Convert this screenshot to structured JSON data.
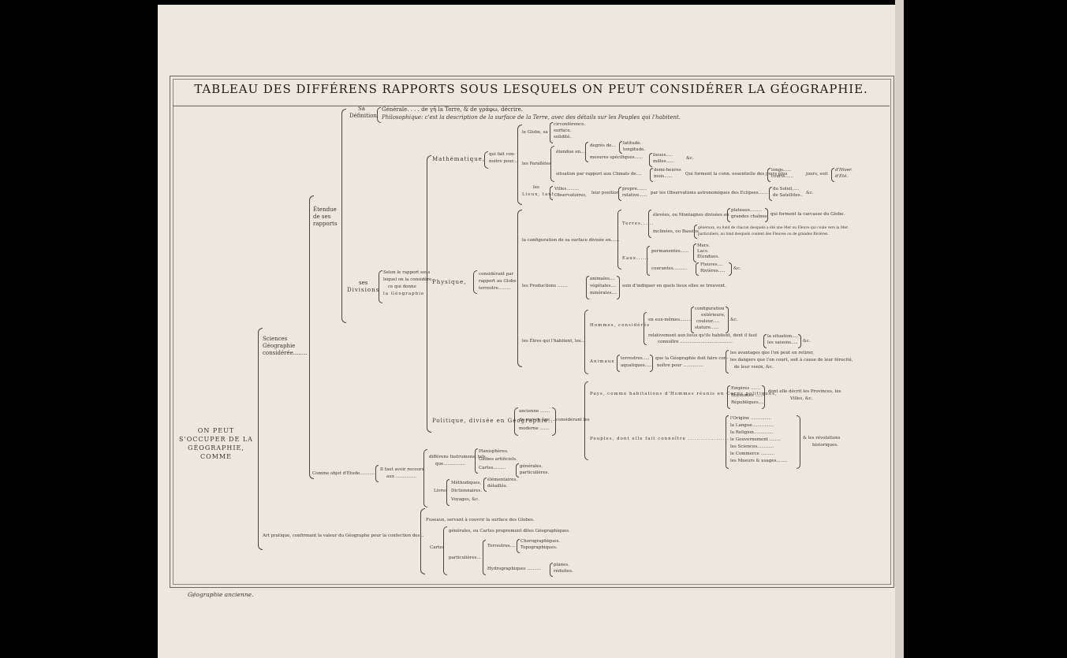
{
  "title": "TABLEAU DES DIFFÉRENS RAPPORTS SOUS LESQUELS ON PEUT CONSIDÉRER LA GÉOGRAPHIE.",
  "footer": "Géographie ancienne.",
  "root": "ON PEUT S'OCCUPER DE LA GÉOGRAPHIE, COMME",
  "sciences": "Sciences Géographie considérée........",
  "etendue": "Étendue de ses rapports",
  "sa": "Sa",
  "definition": "Définition",
  "def_generale": "Générale. . . . de γῆ la Terre, & de γράφω, décrire.",
  "def_philo": "Philosophique: c'est la description de la surface de la Terre, avec des détails sur les Peuples qui l'habitent.",
  "ses": "ses",
  "divisions": "Divisions",
  "selon": [
    "Selon le rapport sous",
    "lequel on la considère,",
    "ce qui donne",
    "la Géographie"
  ],
  "mathematique": "Mathématique,",
  "math_qui": [
    "qui fait con-",
    "noitre pour..."
  ],
  "le_globe": "le Globe, sa",
  "globe_items": [
    "circonférence.",
    "surface.",
    "solidité."
  ],
  "les_parallels": "les Parallèles",
  "leur_etendue": "étendue en...",
  "degres": "degrés de...",
  "latlong": [
    "latitude.",
    "longitude."
  ],
  "mesures": "mesures spécifiques......",
  "lieues_milles": [
    "lieues.....",
    "milles......"
  ],
  "etc1": "&c.",
  "situation": "situation par rapport aux Climats de....",
  "demi_mois": [
    "demi-heures",
    "mois......"
  ],
  "qui_forment": "Qui forment la conn. essentielle des jours plus",
  "longs_courts": [
    "longs......",
    "courts......"
  ],
  "jours_hiver": "jours, soit",
  "hiver_ete": [
    "d'Hiver.",
    "d'Été."
  ],
  "les_lieux": [
    "les",
    "Lieux, tant"
  ],
  "villes": [
    "Villes.........",
    "Observatoires,"
  ],
  "leur_position": "leur position",
  "propre_rel": [
    "propre.......",
    "relative......"
  ],
  "par_obs": "par les Observations astronomiques des Eclipses.......",
  "soleil_lune": [
    "du Soleil,....",
    "de Satellites.."
  ],
  "etc2": "&c.",
  "physique": "Physique,",
  "phys_cons": [
    "considérant par",
    "rapport au Globe",
    "terrestre........."
  ],
  "config": "la configuration de sa surface divisée en......",
  "terres": "Terres......",
  "elevees": "élevées, ou Montagnes divisées en",
  "plateaux": [
    "plateaux.........",
    "grandes chaînes"
  ],
  "forment": "qui forment la carcasse du Globe.",
  "inclinees": "inclinées, ou Bassins",
  "bassins": [
    "généraux, ou fond de chacun desquels a été une Mer ou Fleuve qui coule vers la Mer.",
    "particuliers, au fond desquels coulent des Fleuves ou de grandes Rivières."
  ],
  "eaux": "Eaux......",
  "permanentes": "permanentes......",
  "perm_items": [
    "Mers.",
    "Lacs.",
    "Étendues."
  ],
  "courantes": "courantes..........",
  "cour_items": [
    "Fleuves....",
    "Rivières....."
  ],
  "etc3": "&c.",
  "productions": "les Productions ........",
  "prod_items": [
    "animales....",
    "végétales....",
    "minérales...."
  ],
  "soin": "soin d'indiquer en quels lieux elles se trouvent.",
  "etres": "les Êtres qui l'habitent, les...",
  "hommes": "Hommes, considérés",
  "eux_memes": "en eux-mêmes.........",
  "hom_items": [
    "configuration",
    "extérieure,",
    "couleur.....",
    "stature......"
  ],
  "etc4": "&c.",
  "relativement": [
    "relativement aux lieux qu'ils habitent, dont il faut",
    "connoître ......................................"
  ],
  "durees": [
    "la situation....",
    "les saisons....."
  ],
  "etc5": "&c.",
  "animaux": "Animaux",
  "ani_items": [
    "terrestres.....",
    "aquatiques....."
  ],
  "que_la": [
    "que la Géographie doit faire con-",
    "noître pour ..............."
  ],
  "avantages": [
    "les avantages que l'on peut en retirer,",
    "les dangers que l'on court, soit à cause de leur férocité,",
    "de leur venin, &c."
  ],
  "politique": "Politique, divisée en Géographie..",
  "pol_items": [
    "ancienne .......",
    "du moyen âge....",
    "moderne ......."
  ],
  "considerant": "considérant les",
  "pays": "Pays, comme habitations d'Hommes réunis en Corps politiques,",
  "pays_items": [
    "Empires .......",
    "Royaumes ......",
    "Républiques...."
  ],
  "dont_elle": [
    "dont elle décrit les Provinces, les",
    "Villes, &c."
  ],
  "peuples": "Peuples, dont elle fait connoître ...................",
  "peuples_items": [
    "l'Origine ...............",
    "la Langue................",
    "la Religion..............",
    "le Gouvernement ........",
    "les Sciences............",
    "le Commerce ..........",
    "les Moeurs & usages........"
  ],
  "revolutions": [
    "& les révolutions",
    "historiques."
  ],
  "comme_objet": "Comme objet d'Étude...........",
  "il_faut": [
    "Il faut avoir recours",
    "aux ..............."
  ],
  "instruments": [
    "différens Instrumens, tels",
    "que................"
  ],
  "instr_items": [
    "Planisphères.",
    "Globes artificiels.",
    "Cartes........."
  ],
  "cartes_gp": [
    "générales.",
    "particulières."
  ],
  "livres": "Livres",
  "livres_items": [
    "Méthodiques,",
    "Dictionnaires.",
    "Voyages, &c."
  ],
  "elementaires": [
    "élémentaires.",
    "détaillés."
  ],
  "art_pratique": "Art pratique, confirmant la valeur du Géographe pour la confection des...",
  "fuseaux": "Fuseaux, servant à couvrir la surface des Globes.",
  "generales_cartes": "générales, ou Cartes proprement dites Géographiques.",
  "cartes": "Cartes",
  "particulieres": "particulières...",
  "terrestres": "Terrestres....",
  "chorographiques": [
    "Chorographiques.",
    "Topographiques."
  ],
  "hydrographiques": "Hydrographiques ..........",
  "planes": [
    "planes.",
    "réduites."
  ]
}
